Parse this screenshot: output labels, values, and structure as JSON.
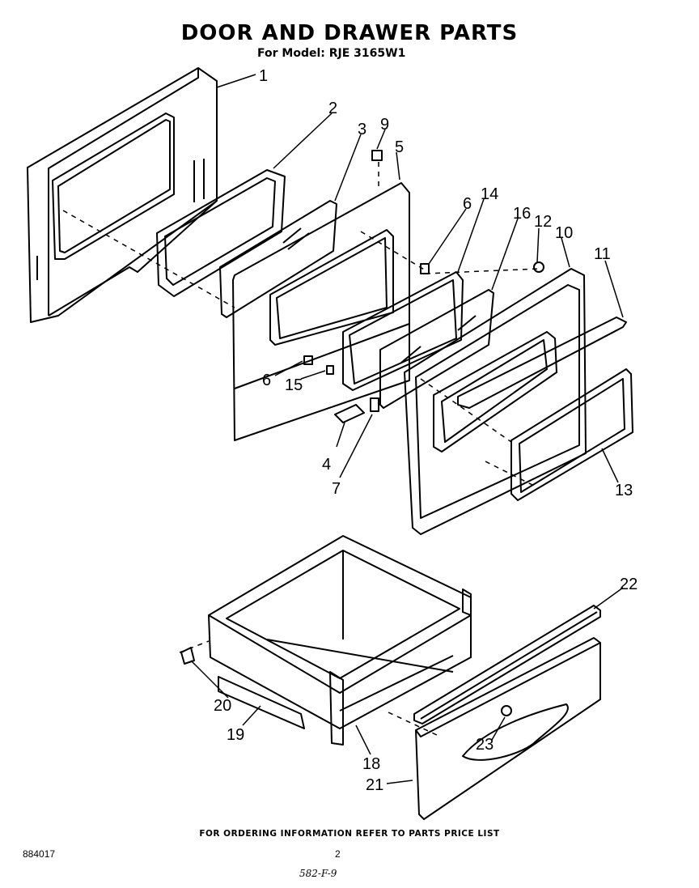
{
  "title": "DOOR AND DRAWER PARTS",
  "subtitle": "For Model: RJE 3165W1",
  "footer": "FOR ORDERING INFORMATION REFER TO PARTS PRICE LIST",
  "doc_number": "884017",
  "page_number": "2",
  "handwritten_note": "582-F-9",
  "callouts": [
    "1",
    "2",
    "3",
    "9",
    "5",
    "6",
    "14",
    "16",
    "12",
    "10",
    "11",
    "6",
    "15",
    "4",
    "7",
    "13",
    "22",
    "20",
    "19",
    "18",
    "23",
    "21"
  ]
}
